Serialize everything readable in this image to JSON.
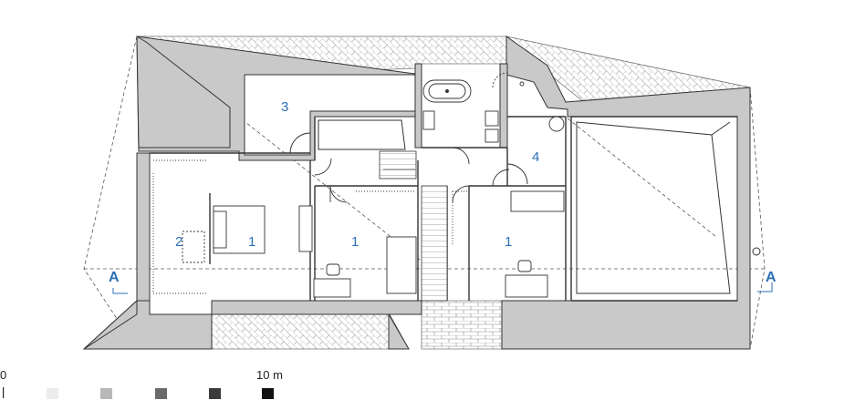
{
  "room_labels": {
    "r3": "3",
    "r2": "2",
    "r1a": "1",
    "r1b": "1",
    "r1c": "1",
    "r4": "4"
  },
  "section_marks": {
    "left": "A",
    "right": "A"
  },
  "scale_bar": {
    "start": "0",
    "end": "10 m"
  },
  "colors": {
    "wall": "#c9c9c9",
    "accent": "#2a6fb5",
    "line": "#333333"
  }
}
